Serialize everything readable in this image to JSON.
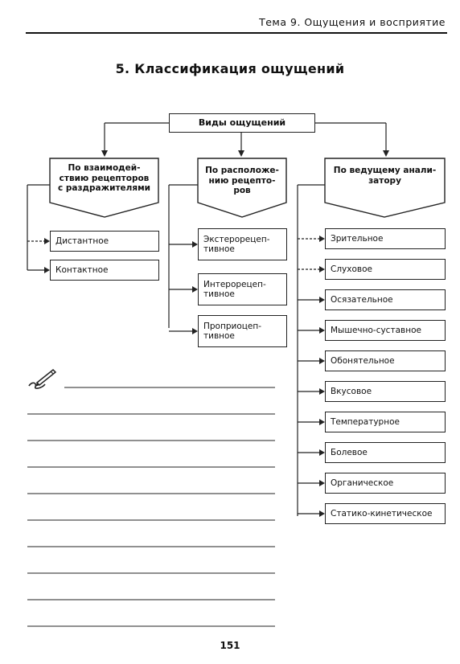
{
  "header": {
    "running_title": "Тема 9. Ощущения и восприятие"
  },
  "title": "5. Классификация ощущений",
  "root_label": "Виды ощущений",
  "categories": [
    {
      "lines": [
        "По взаимодей-",
        "ствию рецепторов",
        "с раздражителями"
      ],
      "items": [
        "Дистантное",
        "Контактное"
      ]
    },
    {
      "lines": [
        "По расположе-",
        "нию рецепто-",
        "ров"
      ],
      "items": [
        "Экстерорецеп-\nтивное",
        "Интерорецеп-\nтивное",
        "Проприоцеп-\nтивное"
      ]
    },
    {
      "lines": [
        "По ведущему анали-",
        "затору"
      ],
      "items": [
        "Зрительное",
        "Слуховое",
        "Осязательное",
        "Мышечно-суставное",
        "Обонятельное",
        "Вкусовое",
        "Температурное",
        "Болевое",
        "Органическое",
        "Статико-кинетическое"
      ]
    }
  ],
  "page_number": "151",
  "note_icon": "pen-writing-icon"
}
